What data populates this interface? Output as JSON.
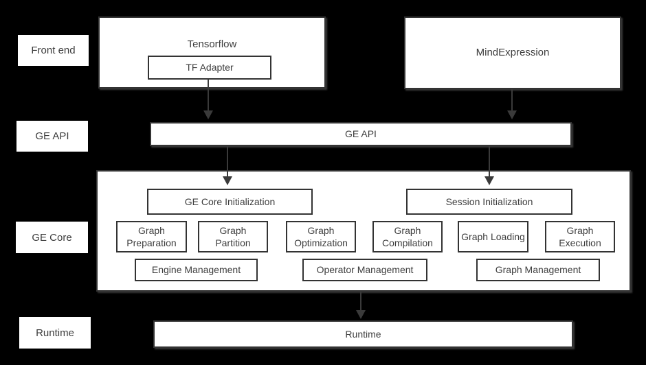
{
  "colors": {
    "background": "#000000",
    "box_fill": "#ffffff",
    "box_border": "#333333",
    "text": "#3d3d3d",
    "arrow": "#3a3a3a"
  },
  "row_labels": [
    {
      "label": "Front end"
    },
    {
      "label": "GE API"
    },
    {
      "label": "GE Core"
    },
    {
      "label": "Runtime"
    }
  ],
  "frontend": {
    "tensorflow": {
      "title": "Tensorflow",
      "adapter_label": "TF Adapter"
    },
    "mindexpression_label": "MindExpression"
  },
  "bars": {
    "ge_api": "GE API",
    "runtime": "Runtime"
  },
  "ge_core": {
    "initialization": [
      {
        "label": "GE Core Initialization"
      },
      {
        "label": "Session Initialization"
      }
    ],
    "stages": [
      {
        "label": "Graph Preparation"
      },
      {
        "label": "Graph Partition"
      },
      {
        "label": "Graph Optimization"
      },
      {
        "label": "Graph Compilation"
      },
      {
        "label": "Graph Loading"
      },
      {
        "label": "Graph Execution"
      }
    ],
    "management": [
      {
        "label": "Engine Management"
      },
      {
        "label": "Operator Management"
      },
      {
        "label": "Graph Management"
      }
    ]
  },
  "connections": [
    {
      "from": "TF Adapter",
      "to": "GE API"
    },
    {
      "from": "MindExpression",
      "to": "GE API"
    },
    {
      "from": "GE API",
      "to": "GE Core Initialization"
    },
    {
      "from": "GE API",
      "to": "Session Initialization"
    },
    {
      "from": "GE Core",
      "to": "Runtime"
    }
  ]
}
